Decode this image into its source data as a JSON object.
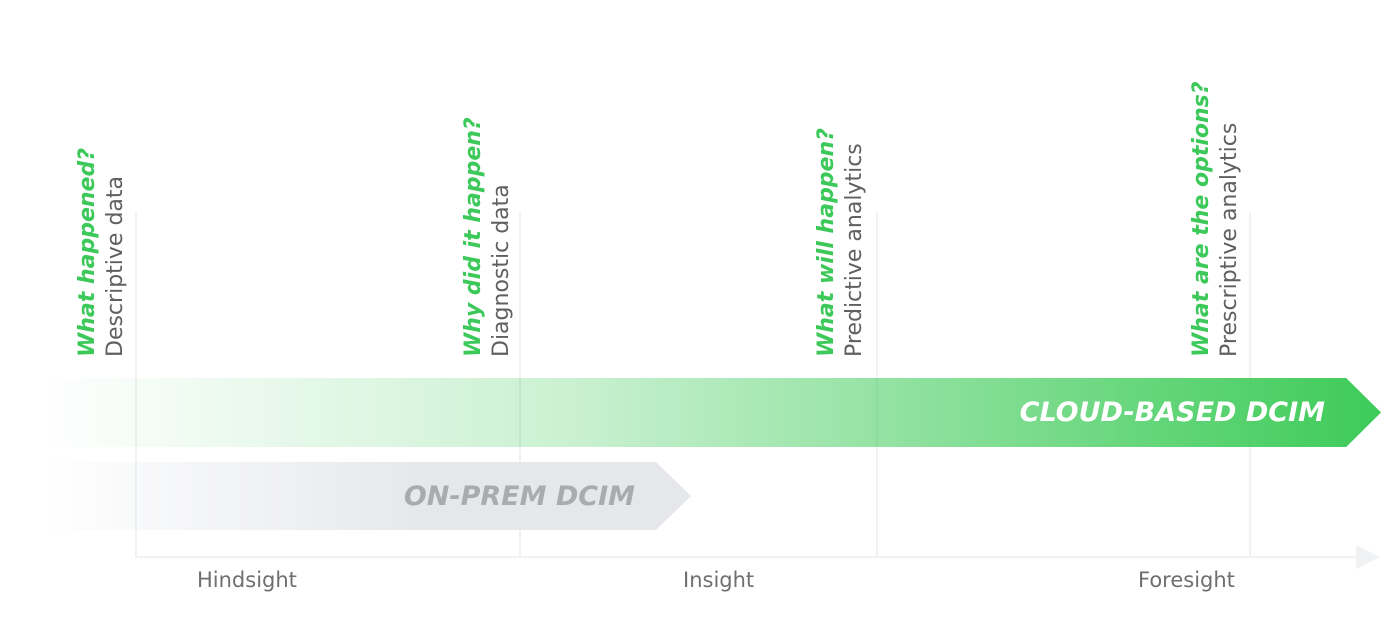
{
  "stages": [
    {
      "question": "What happened?",
      "description": "Descriptive data"
    },
    {
      "question": "Why did it happen?",
      "description": "Diagnostic data"
    },
    {
      "question": "What will happen?",
      "description": "Predictive analytics"
    },
    {
      "question": "What are the options?",
      "description": "Prescriptive analytics"
    }
  ],
  "bands": {
    "cloud": "CLOUD-BASED DCIM",
    "onprem": "ON-PREM DCIM"
  },
  "phases": [
    "Hindsight",
    "Insight",
    "Foresight"
  ],
  "colors": {
    "green": "#3dcb58",
    "grey_band": "#e5e7eb",
    "text_grey": "#606062",
    "axis": "#f1f2f4"
  }
}
